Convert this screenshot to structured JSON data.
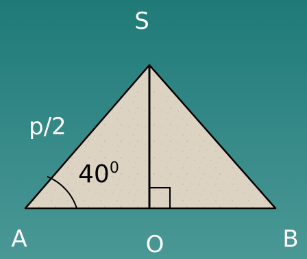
{
  "colors": {
    "background_top": "#1f7a78",
    "background_bottom": "#4a9896",
    "triangle_fill": "#ddd3c3",
    "line": "#000000",
    "label": "#ffffff"
  },
  "diagram": {
    "vertices": {
      "apex": "S",
      "left": "A",
      "right": "B",
      "foot": "O"
    },
    "side_label": "p/2",
    "angle": {
      "value": "40",
      "superscript": "0"
    }
  }
}
